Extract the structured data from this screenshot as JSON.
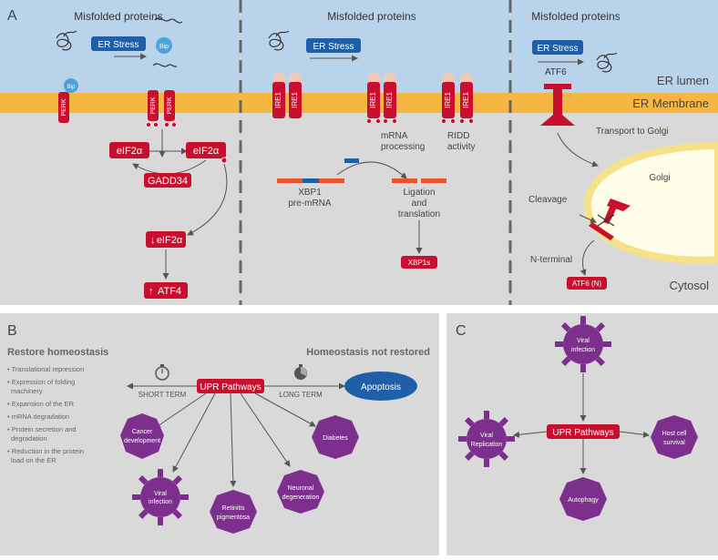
{
  "panelA": {
    "letter": "A",
    "col1_title": "Misfolded proteins",
    "col2_title": "Misfolded proteins",
    "col3_title": "Misfolded proteins",
    "er_stress": "ER Stress",
    "bip": "Bip",
    "perk": "PERK",
    "ire1": "IRE1",
    "atf6": "ATF6",
    "er_lumen": "ER lumen",
    "er_membrane": "ER Membrane",
    "cytosol": "Cytosol",
    "eif2a": "eIF2α",
    "gadd34": "GADD34",
    "eif2a_down": "eIF2α",
    "atf4_up": "ATF4",
    "mrna_processing_1": "mRNA",
    "mrna_processing_2": "processing",
    "ridd_1": "RIDD",
    "ridd_2": "activity",
    "xbp1_1": "XBP1",
    "xbp1_2": "pre-mRNA",
    "ligation_1": "Ligation",
    "ligation_2": "and",
    "ligation_3": "translation",
    "xbp1s": "XBP1s",
    "transport": "Transport to Golgi",
    "golgi": "Golgi",
    "cleavage": "Cleavage",
    "n_terminal": "N-terminal",
    "atf6n": "ATF6 (N)"
  },
  "panelB": {
    "letter": "B",
    "restore_title": "Restore homeostasis",
    "not_restored_title": "Homeostasis not restored",
    "bullets": [
      "• Translational repression",
      "• Expression of folding",
      "machinery",
      "• Expansion of the ER",
      "• mRNA degradation",
      "• Protein secretion and",
      "degradation",
      "• Reduction in the protein",
      "load on the ER"
    ],
    "upr": "UPR Pathways",
    "short_term": "SHORT TERM",
    "long_term": "LONG TERM",
    "apoptosis": "Apoptosis",
    "cancer_1": "Cancer",
    "cancer_2": "development",
    "viral_1": "Viral",
    "viral_2": "infection",
    "retinitis_1": "Retinitis",
    "retinitis_2": "pigmentosa",
    "neuronal_1": "Neuronal",
    "neuronal_2": "degeneration",
    "diabetes": "Diabetes"
  },
  "panelC": {
    "letter": "C",
    "upr": "UPR Pathways",
    "viral_infection_1": "Viral",
    "viral_infection_2": "infection",
    "viral_replication_1": "Viral",
    "viral_replication_2": "Replication",
    "host_1": "Host cell",
    "host_2": "survival",
    "autophagy": "Autophagy"
  },
  "colors": {
    "lumen": "#b9d3ea",
    "membrane": "#f6b742",
    "cytosol": "#d9d9d9",
    "red": "#c8102e",
    "blue_box": "#1f5fa8",
    "bip": "#4aa3df",
    "purple": "#7d2f8d",
    "orange": "#e8542a"
  }
}
